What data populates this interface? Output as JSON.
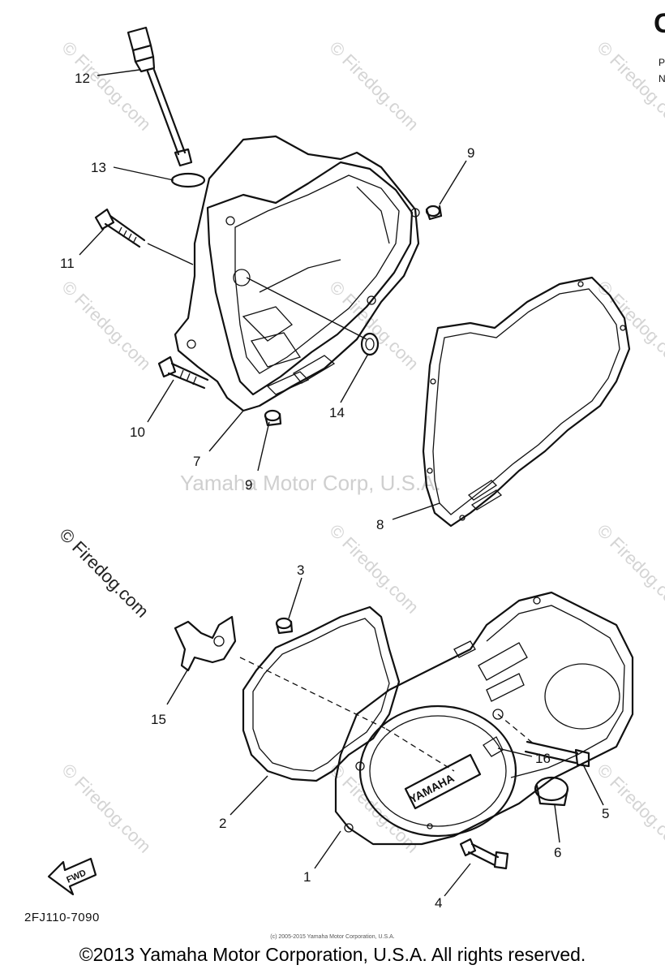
{
  "callouts": [
    "1",
    "2",
    "3",
    "4",
    "5",
    "6",
    "7",
    "8",
    "9",
    "9",
    "10",
    "11",
    "12",
    "13",
    "14",
    "15",
    "16"
  ],
  "watermarks": {
    "site": "© Firedog.com",
    "center": "Yamaha Motor Corp, U.S.A."
  },
  "corner": {
    "label": "C",
    "line1": "P",
    "line2": "N"
  },
  "fwd_label": "FWD",
  "diagram_code": "2FJ110-7090",
  "footer_small": "(c) 2005-2015 Yamaha Motor Corporation, U.S.A.",
  "copyright": "©2013 Yamaha Motor Corporation, U.S.A. All rights reserved."
}
